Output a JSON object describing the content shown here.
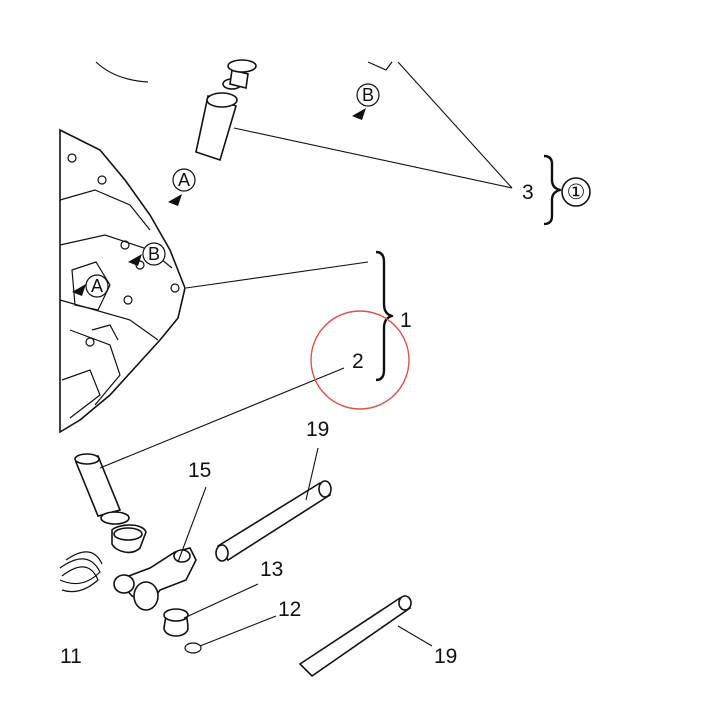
{
  "callouts": {
    "c1": "1",
    "c2": "2",
    "c3": "3",
    "c11": "11",
    "c12": "12",
    "c13": "13",
    "c15": "15",
    "c19a": "19",
    "c19b": "19",
    "circled_ref": "①"
  },
  "view_markers": {
    "a_guide": "A",
    "b_guide": "B",
    "a_head": "A",
    "b_head": "B"
  },
  "highlight": {
    "color": "#d9534f",
    "target": "2"
  }
}
